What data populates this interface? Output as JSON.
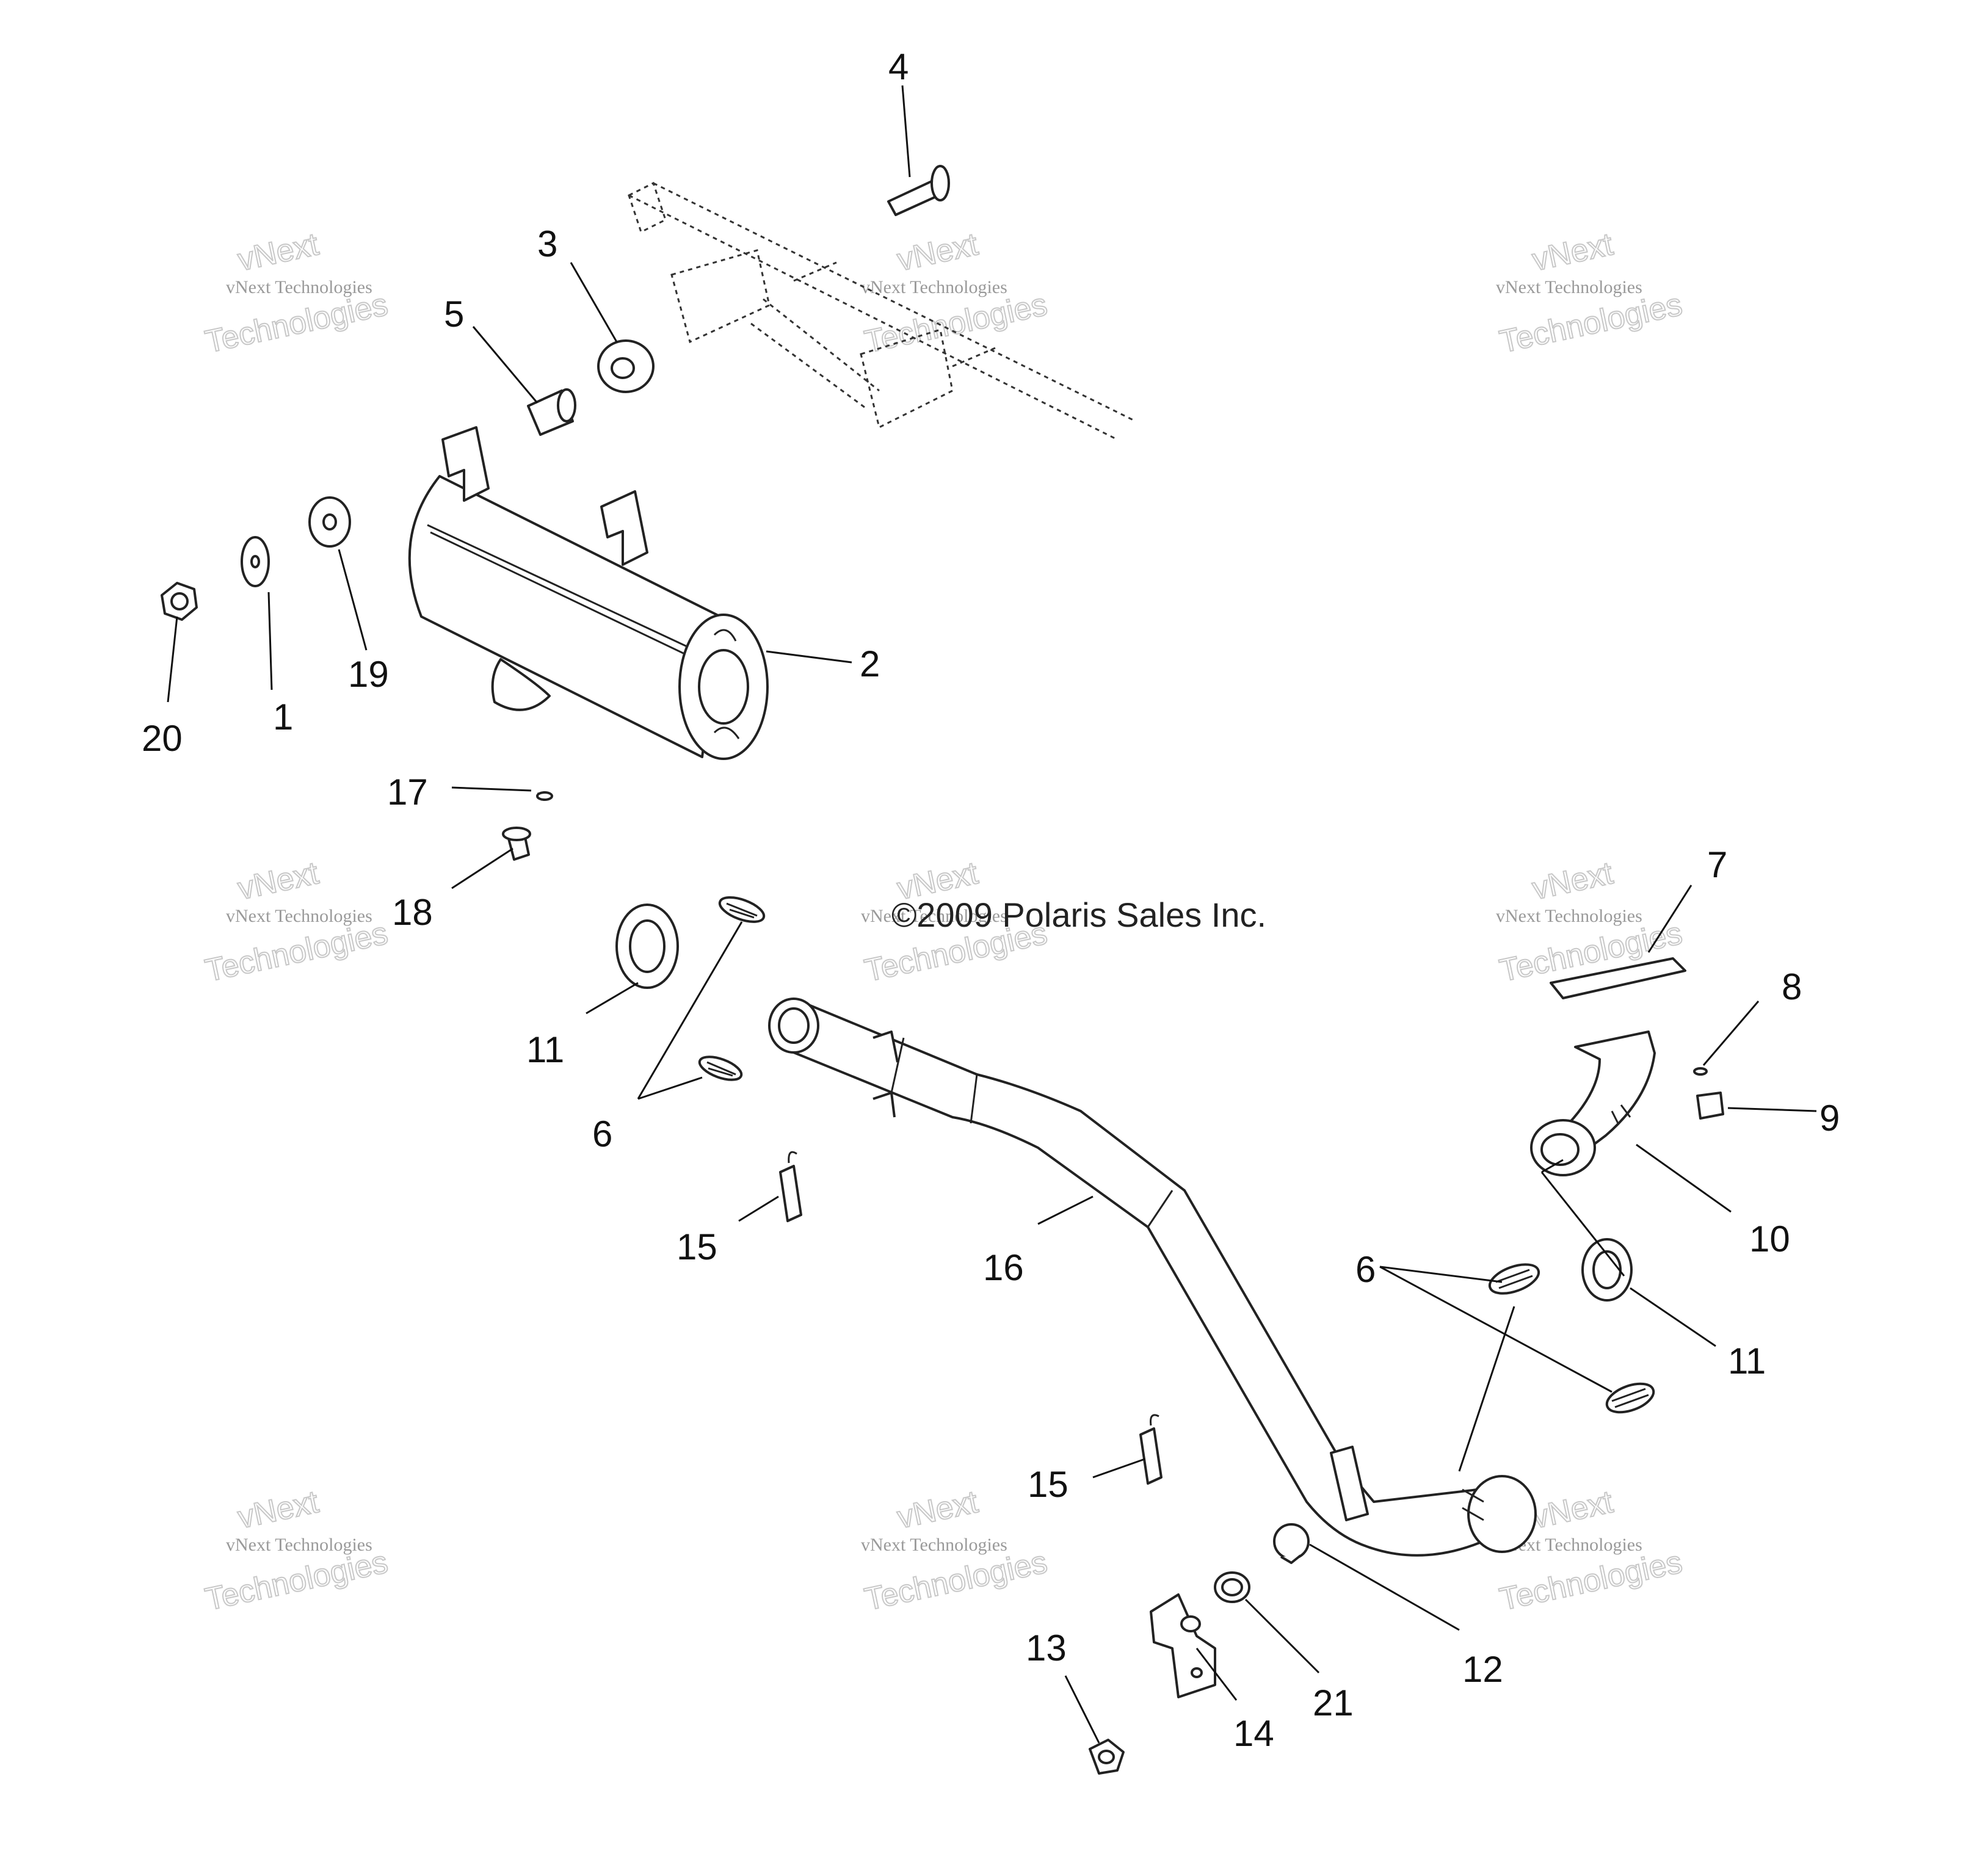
{
  "copyright": "©2009 Polaris Sales Inc.",
  "watermark": {
    "line1": "vNext Technologies",
    "line2": "vNext",
    "line3": "Technologies"
  },
  "callouts": {
    "c1": "1",
    "c2": "2",
    "c3": "3",
    "c4": "4",
    "c5": "5",
    "c6": "6",
    "c7": "7",
    "c8": "8",
    "c9": "9",
    "c10": "10",
    "c11": "11",
    "c12": "12",
    "c13": "13",
    "c14": "14",
    "c15": "15",
    "c16": "16",
    "c17": "17",
    "c18": "18",
    "c19": "19",
    "c20": "20",
    "c21": "21"
  }
}
